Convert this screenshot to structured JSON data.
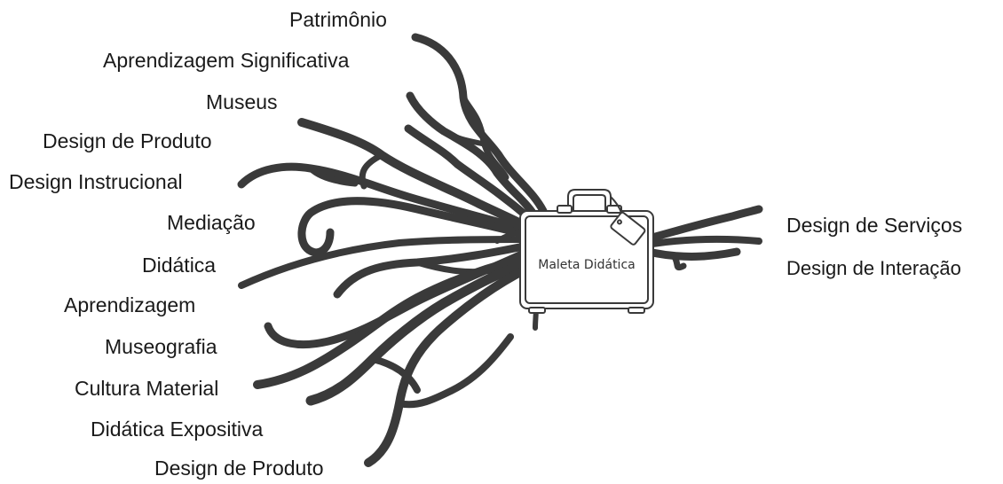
{
  "center": {
    "label": "Maleta Didática"
  },
  "left_concepts": [
    "Patrimônio",
    "Aprendizagem Significativa",
    "Museus",
    "Design de Produto",
    "Design Instrucional",
    "Mediação",
    "Didática",
    "Aprendizagem",
    "Museografia",
    "Cultura Material",
    "Didática Expositiva",
    "Design de Produto"
  ],
  "right_concepts": [
    "Design de Serviços",
    "Design de Interação"
  ],
  "colors": {
    "roots": "#3a3a3a",
    "text": "#1a1a1a",
    "case_outline": "#3a3a3a"
  }
}
